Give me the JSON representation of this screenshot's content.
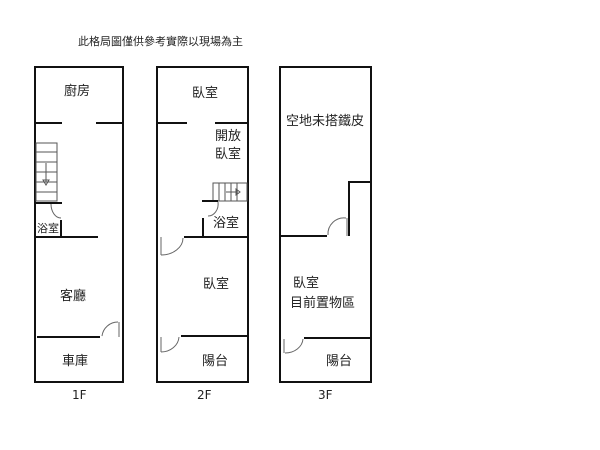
{
  "note": "此格局圖僅供參考實際以現場為主",
  "floors": [
    {
      "label": "1F",
      "rooms": {
        "kitchen": "廚房",
        "bathroom": "浴室",
        "living_room": "客廳",
        "garage": "車庫"
      }
    },
    {
      "label": "2F",
      "rooms": {
        "bedroom_top": "臥室",
        "open_bedroom_1": "開放",
        "open_bedroom_2": "臥室",
        "bathroom": "浴室",
        "bedroom_mid": "臥室",
        "balcony": "陽台"
      }
    },
    {
      "label": "3F",
      "rooms": {
        "open_space": "空地未搭鐵皮",
        "bedroom": "臥室",
        "storage": "目前置物區",
        "balcony": "陽台"
      }
    }
  ]
}
